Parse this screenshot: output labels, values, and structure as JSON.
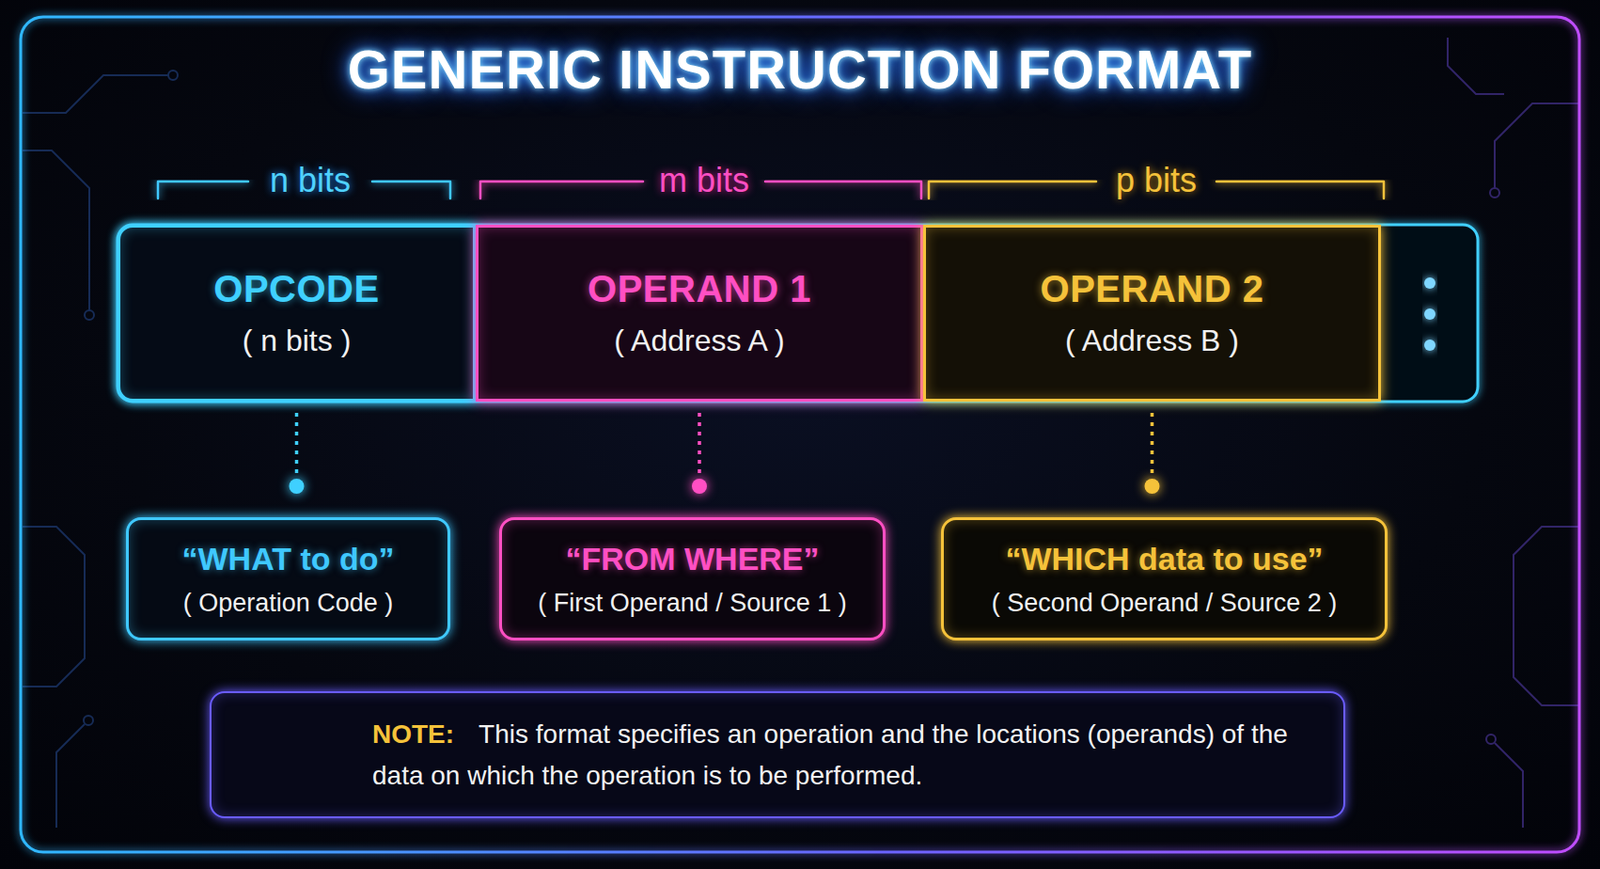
{
  "diagram": {
    "title": "GENERIC INSTRUCTION FORMAT",
    "nodes": [
      {
        "text": [
          "OPCODE",
          "( n bits )"
        ]
      },
      {
        "text": [
          "OPERAND 1",
          "( Address A )"
        ]
      },
      {
        "text": [
          "OPERAND 2",
          "( Address B )"
        ]
      },
      {
        "text": [
          "“WHAT to do”",
          "( Operation Code )"
        ]
      },
      {
        "text": [
          "“FROM WHERE”",
          "( First Operand / Source 1 )"
        ]
      },
      {
        "text": [
          "“WHICH data to use”",
          "( Second Operand / Source 2 )"
        ]
      },
      {
        "text": [
          "NOTE:",
          "This format specifies an operation and the locations (operands) of the data on which the operation is to be performed."
        ]
      }
    ],
    "edges": [
      {
        "from": 0,
        "to": 3,
        "arrow": "none"
      },
      {
        "from": 1,
        "to": 4,
        "arrow": "none"
      },
      {
        "from": 2,
        "to": 5,
        "arrow": "none"
      }
    ],
    "labels": [
      "n bits",
      "m bits",
      "p bits"
    ]
  }
}
